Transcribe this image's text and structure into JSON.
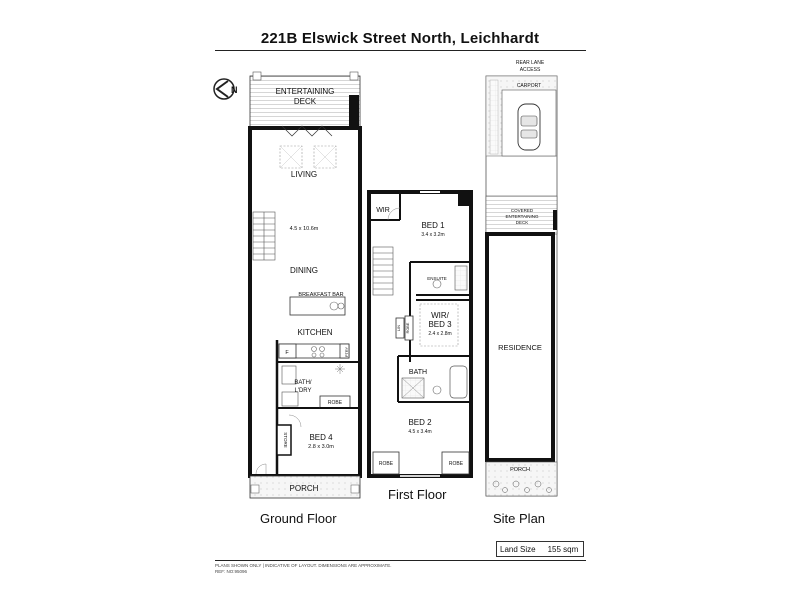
{
  "header": {
    "title": "221B Elswick Street North, Leichhardt"
  },
  "ground_floor": {
    "caption": "Ground Floor",
    "rooms": {
      "entertaining_deck": [
        "ENTERTAINING",
        "DECK"
      ],
      "living": "LIVING",
      "living_dims": "4.5 x 10.6m",
      "dining": "DINING",
      "breakfast_bar": "BREAKFAST BAR",
      "kitchen": "KITCHEN",
      "fridge": "F",
      "pantry": "PTRY",
      "bath_ldry": [
        "BATH/",
        "L'DRY"
      ],
      "robe": "ROBE",
      "store": "STORE",
      "bed4": "BED 4",
      "bed4_dims": "2.8 x 3.0m",
      "porch": "PORCH"
    }
  },
  "first_floor": {
    "caption": "First Floor",
    "rooms": {
      "wir": "WIR",
      "bed1": "BED 1",
      "bed1_dims": "3.4 x 3.2m",
      "ensuite": "ENSUITE",
      "wir_bed3": [
        "WIR/",
        "BED 3"
      ],
      "bed3_dims": "2.4 x 2.8m",
      "robe_small": "ROBE",
      "linen": "LIN",
      "bath": "BATH",
      "bed2": "BED 2",
      "bed2_dims": "4.5 x 3.4m",
      "robe_left": "ROBE",
      "robe_right": "ROBE"
    }
  },
  "site_plan": {
    "caption": "Site Plan",
    "rear_lane_access": [
      "REAR LANE",
      "ACCESS"
    ],
    "carport": "CARPORT",
    "covered_deck": [
      "COVERED",
      "ENTERTAINING",
      "DECK"
    ],
    "residence": "RESIDENCE",
    "porch": "PORCH"
  },
  "compass": {
    "letter": "N"
  },
  "land": {
    "label": "Land Size",
    "value": "155 sqm"
  },
  "footnote": {
    "line1": "Plans shown only | indicative of layout. Dimensions are approximate.",
    "line2": "Ref: No:95096"
  }
}
